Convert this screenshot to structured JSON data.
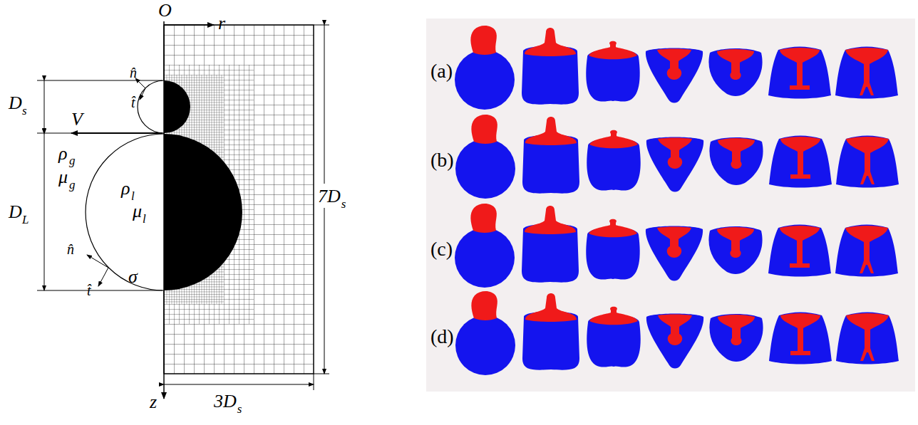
{
  "diagram": {
    "labels": [
      "O",
      "r",
      "D",
      "s",
      "V",
      "n̂",
      "t̂",
      "ρ",
      "g",
      "μ",
      "g",
      "D",
      "L",
      "ρ",
      "l",
      "μ",
      "l",
      "n̂",
      "t̂",
      "σ",
      "7D",
      "s",
      "z",
      "3D",
      "s",
      "(a)",
      "(b)",
      "(c)",
      "(d)"
    ]
  }
}
